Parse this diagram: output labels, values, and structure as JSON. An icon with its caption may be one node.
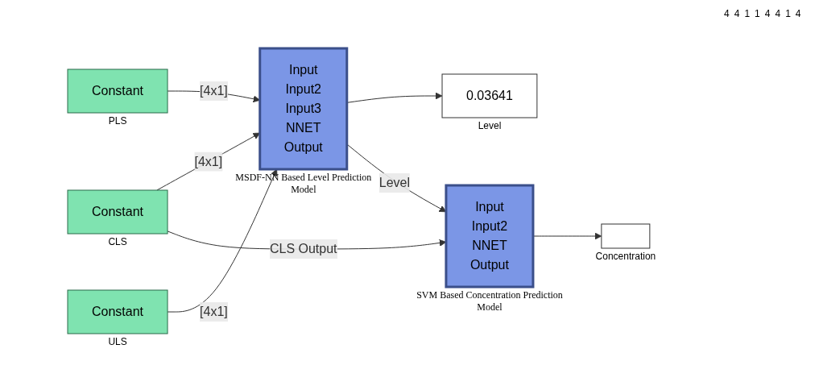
{
  "diagram": {
    "nodes": [
      {
        "text": [
          "Constant"
        ],
        "beside": [
          "CLS"
        ]
      },
      {
        "text": [
          "Constant"
        ],
        "beside": [
          "PLS"
        ]
      },
      {
        "text": [
          "Constant"
        ],
        "beside": [
          "ULS"
        ]
      },
      {
        "text": [
          "Input",
          "Input2",
          "Input3",
          "NNET",
          "Output"
        ],
        "beside": [
          "MSDF-NN Based Level Prediction Model"
        ]
      },
      {
        "text": [
          "0.03641"
        ],
        "beside": [
          "Level"
        ]
      },
      {
        "text": [
          "Input",
          "Input2",
          "NNET",
          "Output"
        ],
        "beside": [
          "SVM Based Concentration Prediction Model"
        ]
      },
      {
        "text": [],
        "shape": "box",
        "beside": [
          "Concentration"
        ]
      }
    ],
    "edges": [
      {
        "from": 0,
        "to": 3,
        "label": "[4x1]",
        "arrow": "to"
      },
      {
        "from": 1,
        "to": 3,
        "label": "[4x1]",
        "arrow": "to"
      },
      {
        "from": 2,
        "to": 3,
        "label": "[4x1]",
        "arrow": "to"
      },
      {
        "from": 3,
        "to": 4,
        "arrow": "to"
      },
      {
        "from": 3,
        "to": 5,
        "label": "Level",
        "arrow": "to"
      },
      {
        "from": 0,
        "to": 5,
        "label": "CLS Output",
        "arrow": "to"
      },
      {
        "from": 5,
        "to": 6,
        "arrow": "to"
      }
    ],
    "labels": [
      "4",
      "4",
      "1",
      "1",
      "4",
      "4",
      "1",
      "4"
    ]
  }
}
